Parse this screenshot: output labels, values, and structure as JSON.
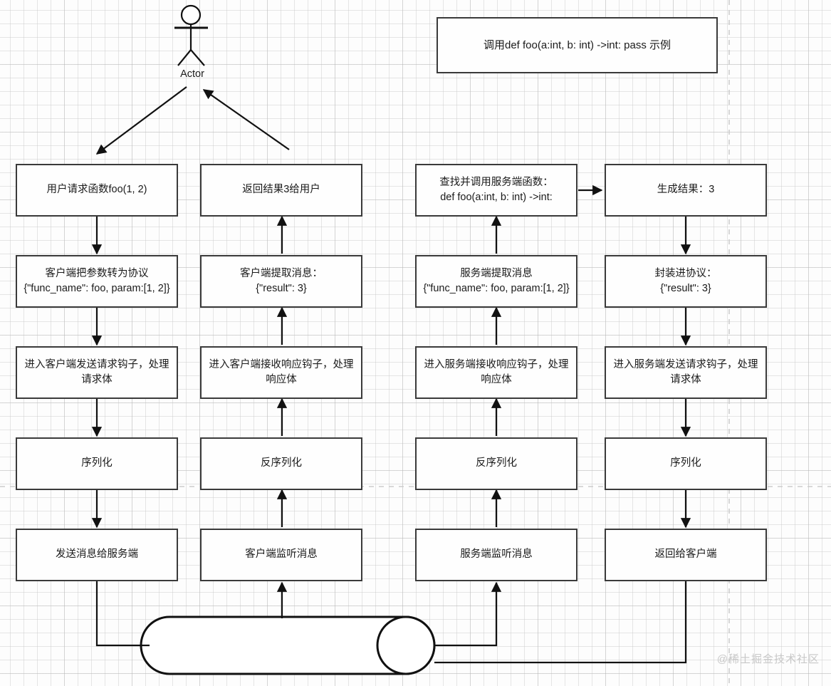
{
  "diagram": {
    "title_box": {
      "text": "调用def foo(a:int, b: int) ->int: pass 示例"
    },
    "actor": {
      "label": "Actor",
      "icon": "actor-stick-figure-icon"
    },
    "watermark": "@稀土掘金技术社区",
    "colors": {
      "box_border": "#3a3a3a",
      "box_fill": "#fefefe",
      "connector": "#111111",
      "grid_minor": "#c8c8c8",
      "grid_major": "#aaaaaa",
      "dashed_guide": "#cccccc",
      "text": "#1a1a1a",
      "watermark": "#c8c8c8"
    },
    "columns": [
      {
        "name": "client-request-column",
        "nodes": [
          {
            "id": "c1r1",
            "text": "用户请求函数foo(1, 2)"
          },
          {
            "id": "c1r2",
            "text": "客户端把参数转为协议\n{\"func_name\": foo, param:[1, 2]}"
          },
          {
            "id": "c1r3",
            "text": "进入客户端发送请求钩子，处理请求体"
          },
          {
            "id": "c1r4",
            "text": "序列化"
          },
          {
            "id": "c1r5",
            "text": "发送消息给服务端"
          }
        ]
      },
      {
        "name": "client-response-column",
        "nodes": [
          {
            "id": "c2r1",
            "text": "返回结果3给用户"
          },
          {
            "id": "c2r2",
            "text": "客户端提取消息：\n{\"result\": 3}"
          },
          {
            "id": "c2r3",
            "text": "进入客户端接收响应钩子，处理响应体"
          },
          {
            "id": "c2r4",
            "text": "反序列化"
          },
          {
            "id": "c2r5",
            "text": "客户端监听消息"
          }
        ]
      },
      {
        "name": "server-receive-column",
        "nodes": [
          {
            "id": "c3r1",
            "text": "查找并调用服务端函数：\ndef foo(a:int, b: int) ->int:"
          },
          {
            "id": "c3r2",
            "text": "服务端提取消息\n{\"func_name\": foo, param:[1, 2]}"
          },
          {
            "id": "c3r3",
            "text": "进入服务端接收响应钩子，处理响应体"
          },
          {
            "id": "c3r4",
            "text": "反序列化"
          },
          {
            "id": "c3r5",
            "text": "服务端监听消息"
          }
        ]
      },
      {
        "name": "server-response-column",
        "nodes": [
          {
            "id": "c4r1",
            "text": "生成结果：3"
          },
          {
            "id": "c4r2",
            "text": "封装进协议：\n{\"result\": 3}"
          },
          {
            "id": "c4r3",
            "text": "进入服务端发送请求钩子，处理请求体"
          },
          {
            "id": "c4r4",
            "text": "序列化"
          },
          {
            "id": "c4r5",
            "text": "返回给客户端"
          }
        ]
      }
    ],
    "network": {
      "name": "network-pipe",
      "label": ""
    }
  }
}
